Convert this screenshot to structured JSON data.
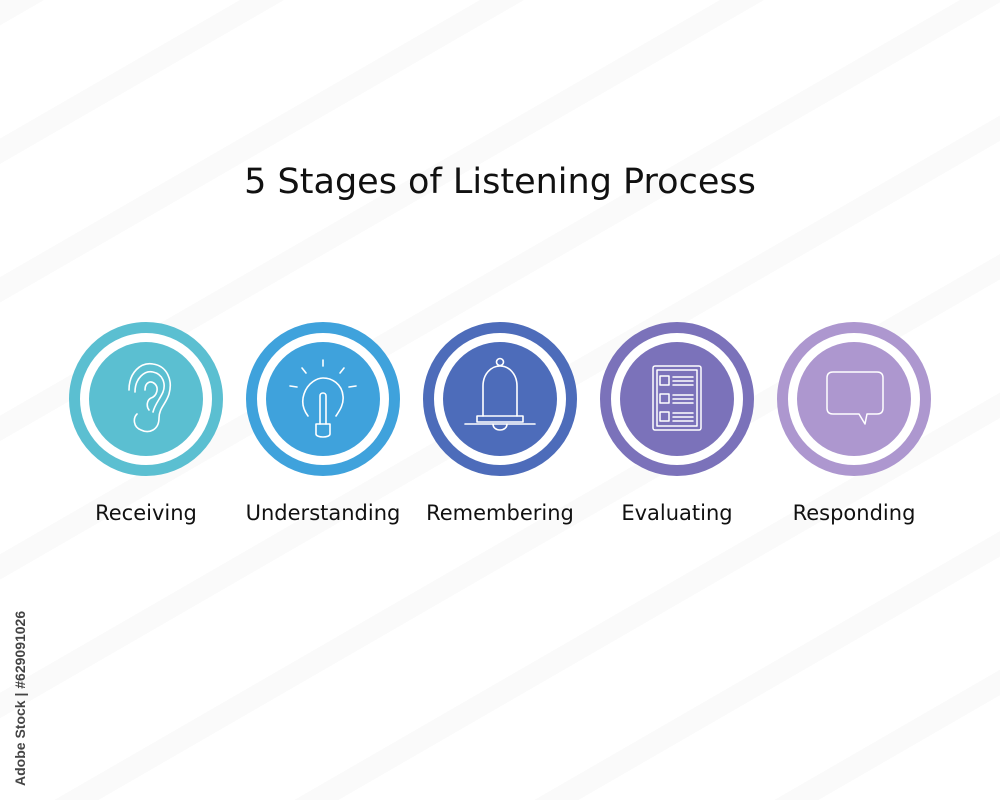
{
  "title": "5 Stages of Listening Process",
  "stages": [
    {
      "label": "Receiving",
      "icon": "ear-icon",
      "ring_color": "#5bbfd1",
      "disc_color": "#5bbfd1"
    },
    {
      "label": "Understanding",
      "icon": "lightbulb-icon",
      "ring_color": "#3fa2dc",
      "disc_color": "#3fa2dc"
    },
    {
      "label": "Remembering",
      "icon": "bell-icon",
      "ring_color": "#4d6cba",
      "disc_color": "#4d6cba"
    },
    {
      "label": "Evaluating",
      "icon": "checklist-icon",
      "ring_color": "#7b72ba",
      "disc_color": "#7b72ba"
    },
    {
      "label": "Responding",
      "icon": "speech-bubble-icon",
      "ring_color": "#ad97cf",
      "disc_color": "#ad97cf"
    }
  ],
  "credit": "Adobe Stock | #629091026"
}
